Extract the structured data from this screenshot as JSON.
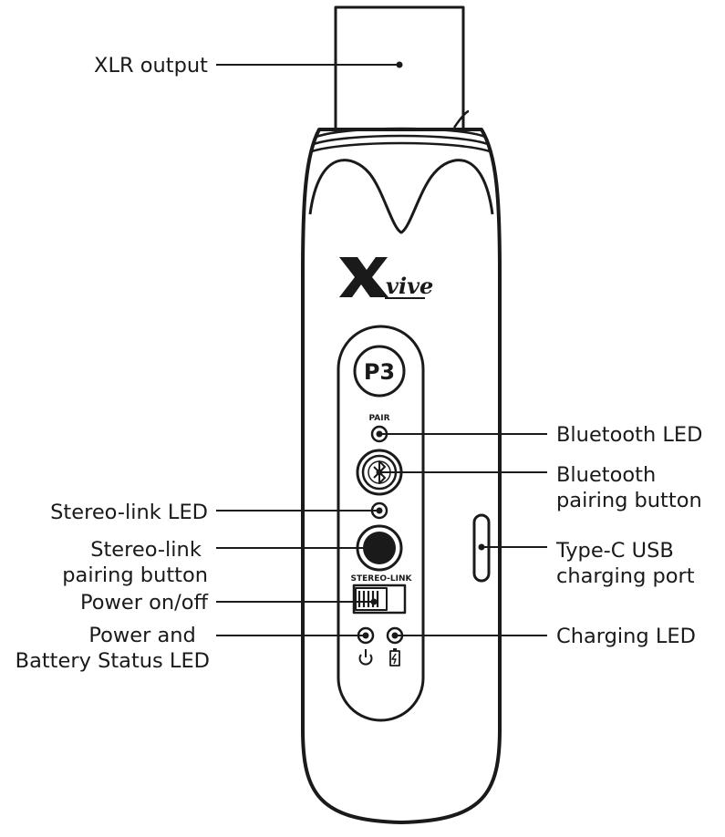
{
  "device": {
    "brand": "vive",
    "model_badge": "P3",
    "pair_label": "PAIR",
    "stereo_link_label": "STEREO-LINK"
  },
  "callouts": {
    "xlr_output": [
      "XLR output"
    ],
    "bluetooth_led": [
      "Bluetooth LED"
    ],
    "bluetooth_pairing_button": [
      "Bluetooth",
      "pairing button"
    ],
    "stereo_link_led": [
      "Stereo-link LED"
    ],
    "stereo_link_pairing_button": [
      "Stereo-link",
      "pairing button"
    ],
    "type_c_usb_port": [
      "Type-C USB",
      "charging port"
    ],
    "power_switch": [
      "Power on/off"
    ],
    "power_battery_led": [
      "Power and",
      "Battery Status LED"
    ],
    "charging_led": [
      "Charging LED"
    ]
  },
  "icons": {
    "bluetooth": "bluetooth-icon",
    "power": "power-icon",
    "battery": "battery-charging-icon"
  },
  "colors": {
    "ink": "#1a1a1a",
    "background": "#ffffff"
  }
}
